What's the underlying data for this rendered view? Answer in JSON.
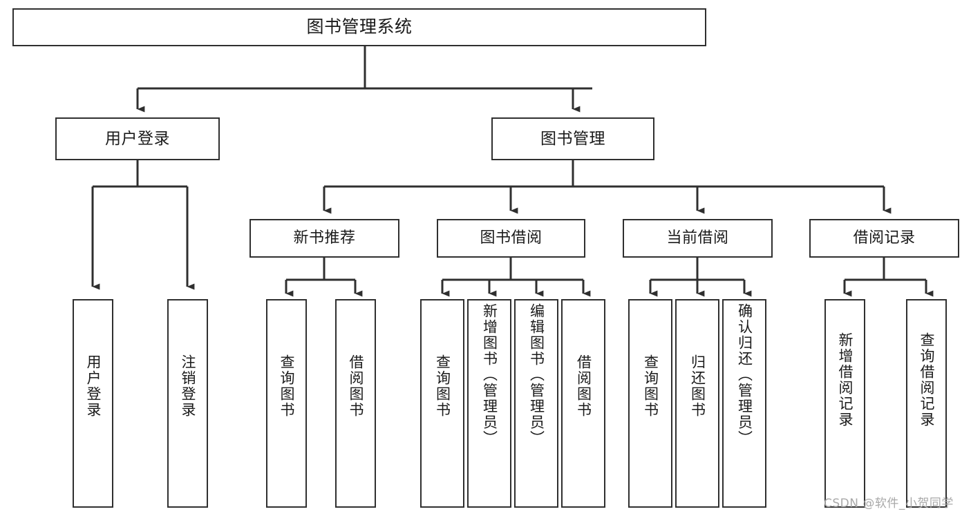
{
  "diagram": {
    "title": "图书管理系统",
    "type": "tree",
    "style": {
      "line_color": "#2f2f2f",
      "box_border_color": "#2f2f2f",
      "box_fill": "#ffffff",
      "background": "#ffffff",
      "text_color": "#1a1a1a",
      "watermark_color": "#a8a8a8"
    },
    "root": {
      "label": "图书管理系统"
    },
    "level2": [
      {
        "label": "用户登录"
      },
      {
        "label": "图书管理"
      }
    ],
    "level3": [
      {
        "label": "新书推荐"
      },
      {
        "label": "图书借阅"
      },
      {
        "label": "当前借阅"
      },
      {
        "label": "借阅记录"
      }
    ],
    "leaves": {
      "user_login": [
        {
          "label": "用户登录"
        },
        {
          "label": "注销登录"
        }
      ],
      "new_book_recommend": [
        {
          "label": "查询图书"
        },
        {
          "label": "借阅图书"
        }
      ],
      "book_borrow": [
        {
          "label": "查询图书"
        },
        {
          "label": "新增图书（管理员）"
        },
        {
          "label": "编辑图书（管理员）"
        },
        {
          "label": "借阅图书"
        }
      ],
      "current_borrow": [
        {
          "label": "查询图书"
        },
        {
          "label": "归还图书"
        },
        {
          "label": "确认归还（管理员）"
        }
      ],
      "borrow_record": [
        {
          "label": "新增借阅记录"
        },
        {
          "label": "查询借阅记录"
        }
      ]
    },
    "watermark": "CSDN @软件_小贺同学"
  }
}
